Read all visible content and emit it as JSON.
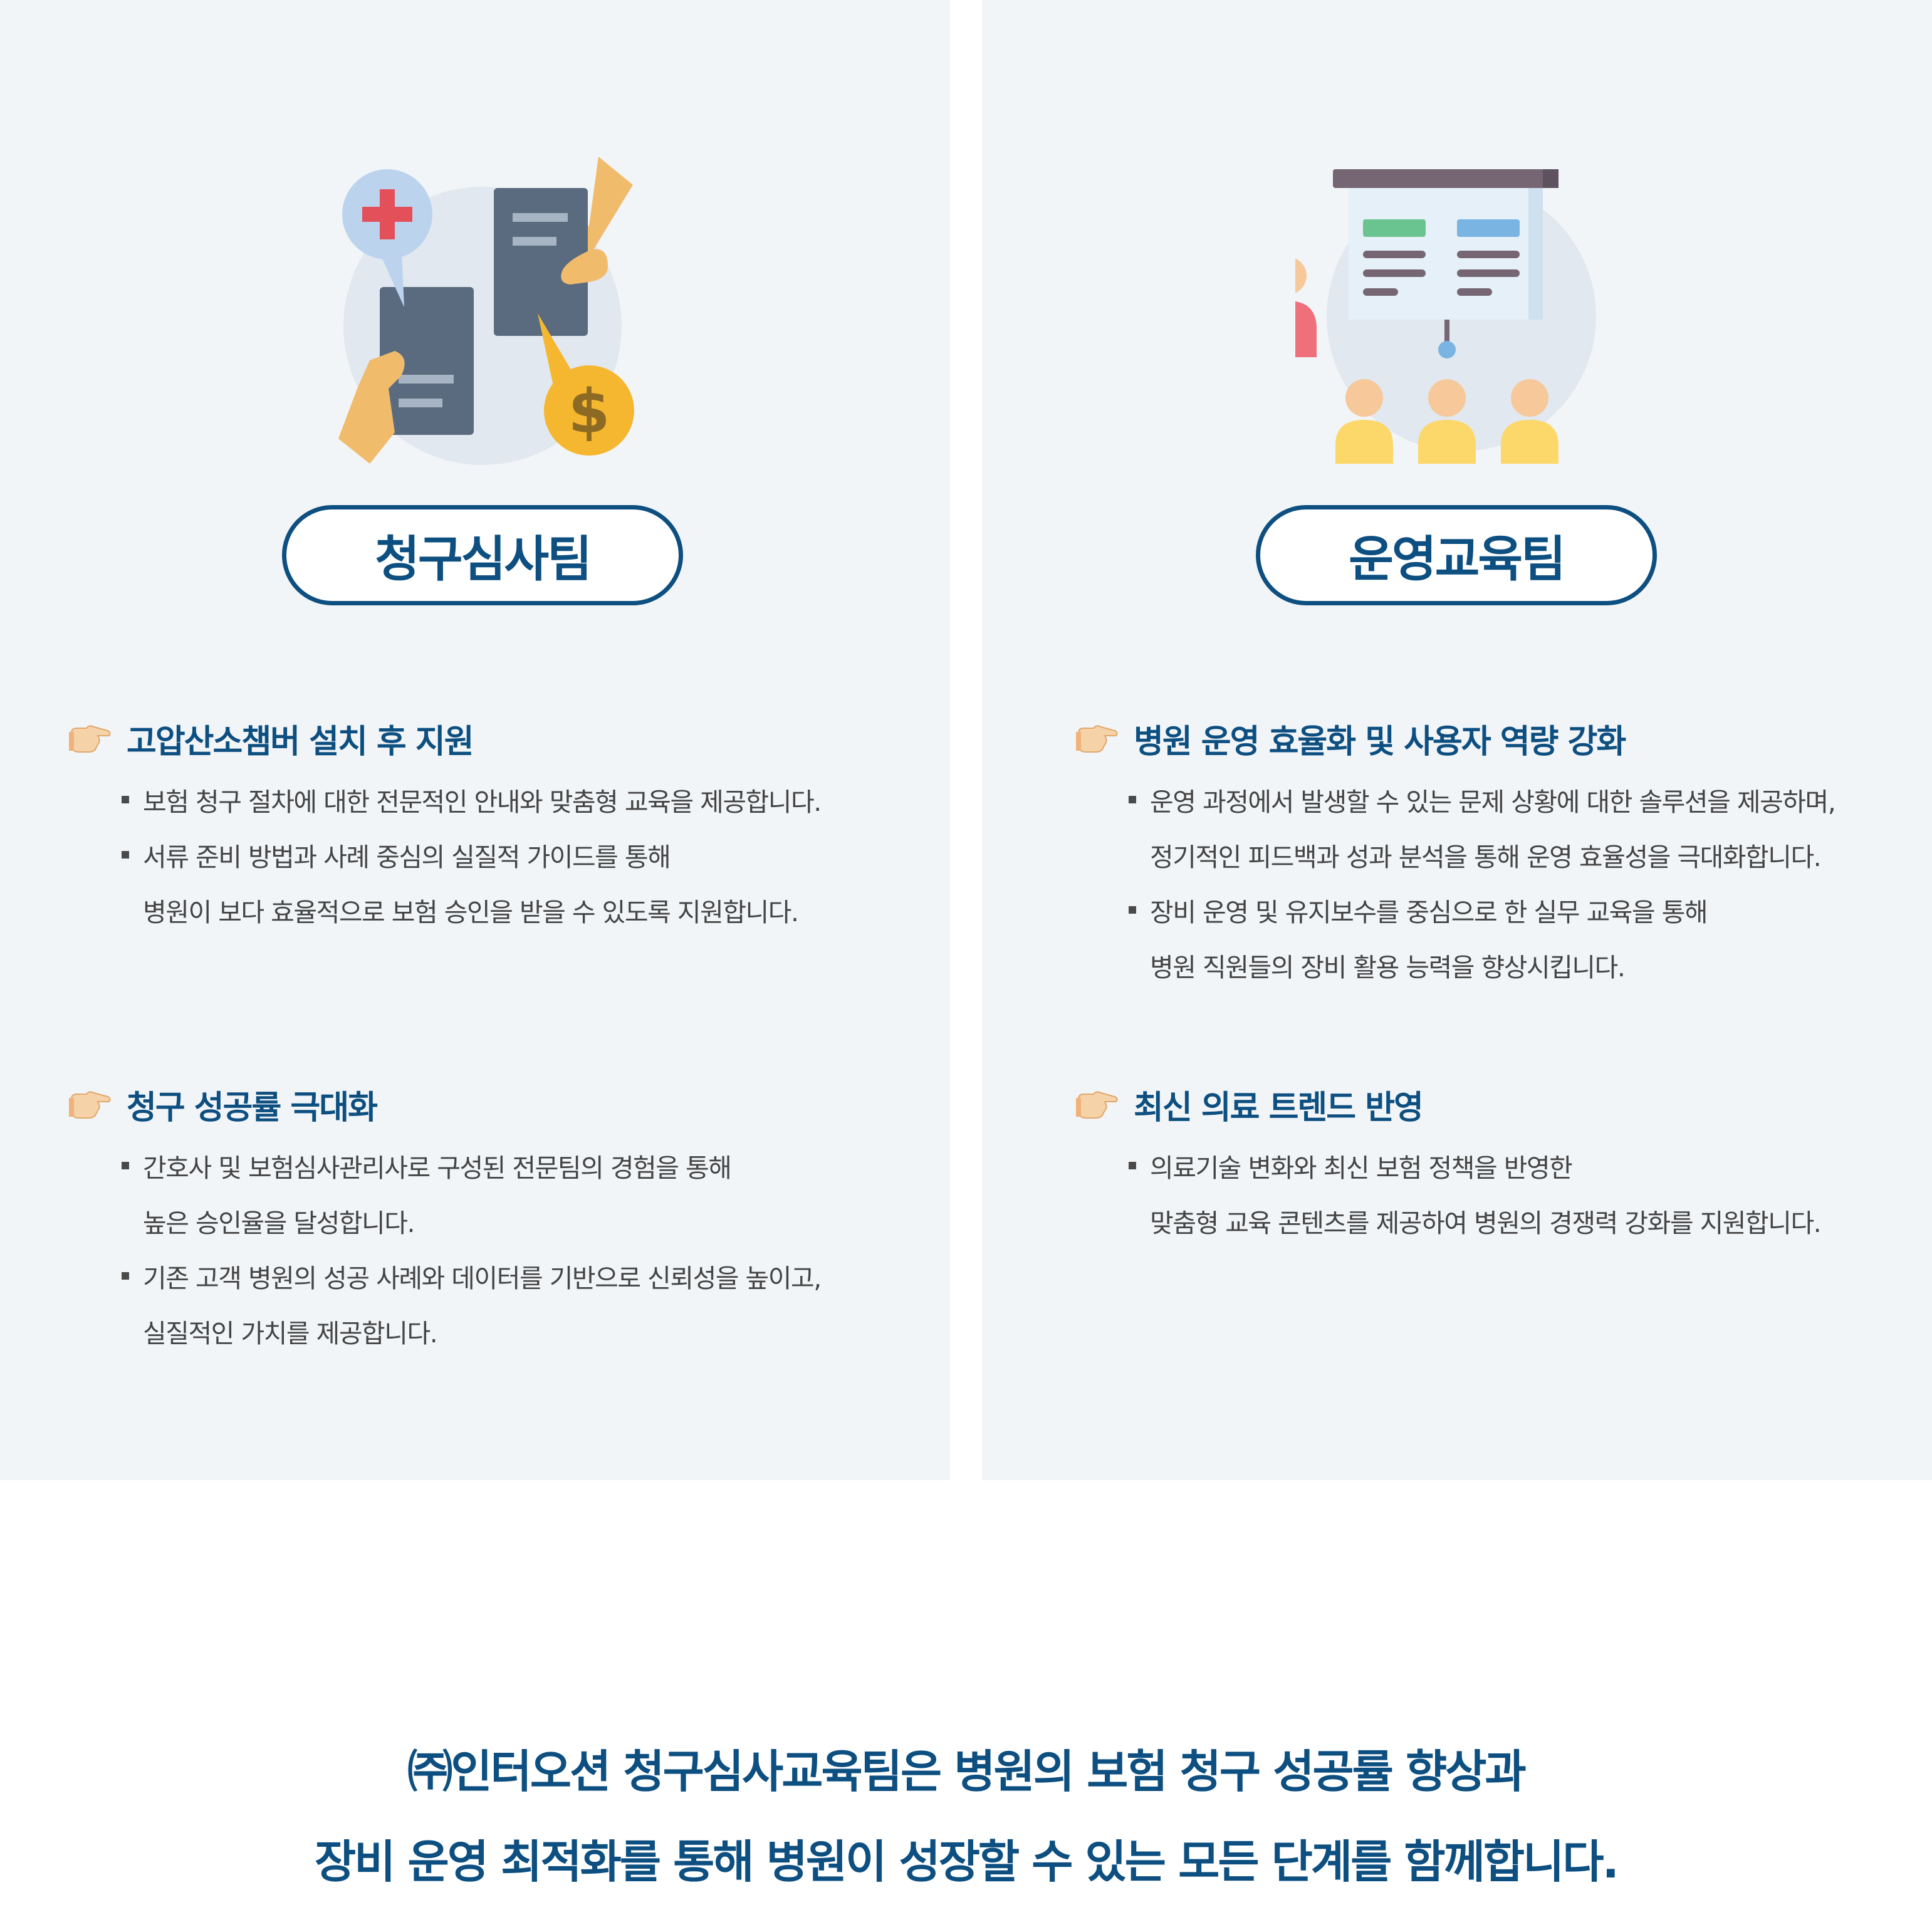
{
  "teams": [
    {
      "name": "청구심사팀",
      "icon": "document-exchange-icon",
      "sections": [
        {
          "title": "고압산소챔버 설치 후 지원",
          "bullets": [
            [
              "보험 청구 절차에 대한 전문적인 안내와 맞춤형 교육을 제공합니다."
            ],
            [
              "서류 준비 방법과 사례 중심의 실질적 가이드를 통해",
              "병원이 보다 효율적으로 보험 승인을 받을 수 있도록 지원합니다."
            ]
          ]
        },
        {
          "title": "청구 성공률 극대화",
          "bullets": [
            [
              "간호사 및 보험심사관리사로 구성된 전문팀의 경험을 통해",
              "높은 승인율을 달성합니다."
            ],
            [
              "기존 고객 병원의 성공 사례와 데이터를 기반으로 신뢰성을 높이고,",
              "실질적인 가치를 제공합니다."
            ]
          ]
        }
      ]
    },
    {
      "name": "운영교육팀",
      "icon": "presentation-board-icon",
      "sections": [
        {
          "title": "병원 운영 효율화 및 사용자 역량 강화",
          "bullets": [
            [
              "운영 과정에서 발생할 수 있는 문제 상황에 대한 솔루션을 제공하며,",
              "정기적인 피드백과 성과 분석을 통해 운영 효율성을 극대화합니다."
            ],
            [
              "장비 운영 및 유지보수를 중심으로 한 실무 교육을 통해",
              "병원 직원들의 장비 활용 능력을 향상시킵니다."
            ]
          ]
        },
        {
          "title": "최신 의료 트렌드 반영",
          "bullets": [
            [
              "의료기술 변화와 최신 보험 정책을 반영한",
              "맞춤형 교육 콘텐츠를 제공하여 병원의 경쟁력 강화를 지원합니다."
            ]
          ]
        }
      ]
    }
  ],
  "footer": {
    "line1": "㈜인터오션 청구심사교육팀은 병원의 보험 청구 성공률 향상과",
    "line2": "장비 운영 최적화를 통해 병원이 성장할 수 있는 모든 단계를 함께합니다."
  },
  "colors": {
    "brand": "#0d4f80",
    "panel_bg": "#f2f5f8",
    "text": "#444444"
  }
}
